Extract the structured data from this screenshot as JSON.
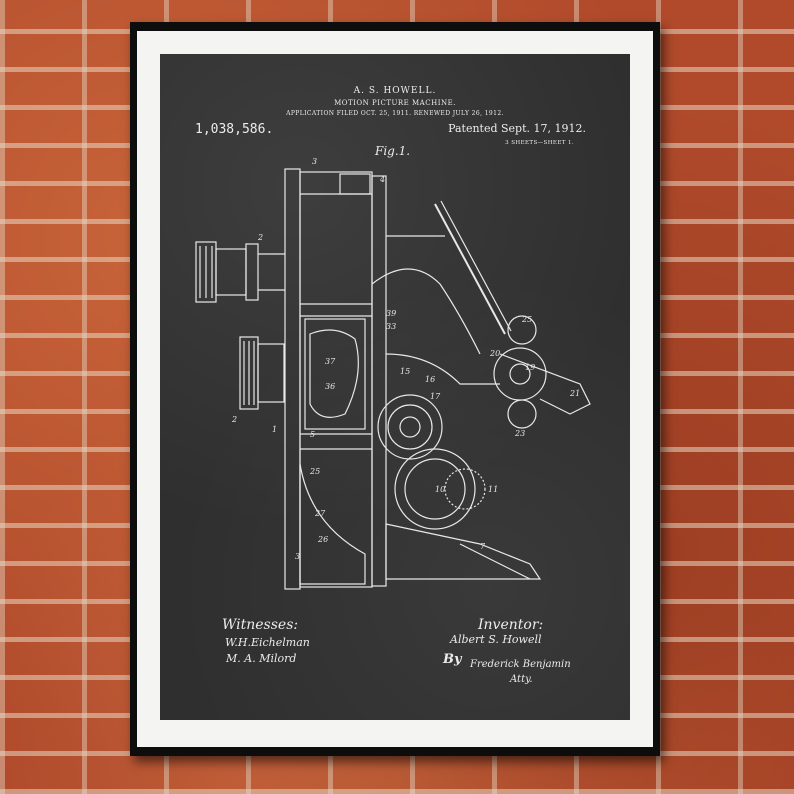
{
  "patent": {
    "inventor_name": "A. S. HOWELL.",
    "title": "MOTION PICTURE MACHINE.",
    "application": "APPLICATION FILED OCT. 25, 1911. RENEWED JULY 26, 1912.",
    "number": "1,038,586.",
    "date": "Patented Sept. 17, 1912.",
    "sheets": "3 SHEETS—SHEET 1.",
    "figure": "Fig.1."
  },
  "signatures": {
    "witnesses_heading": "Witnesses:",
    "witness_1": "W.H.Eichelman",
    "witness_2": "M. A. Milord",
    "inventor_heading": "Inventor:",
    "inventor_signature": "Albert S. Howell",
    "by": "By",
    "attorney": "Frederick Benjamin",
    "atty": "Atty."
  },
  "colors": {
    "frame": "#0d0d0d",
    "mat": "#f4f4f2",
    "chalkboard": "#2f2f2f",
    "brick": "#b04a2b"
  }
}
